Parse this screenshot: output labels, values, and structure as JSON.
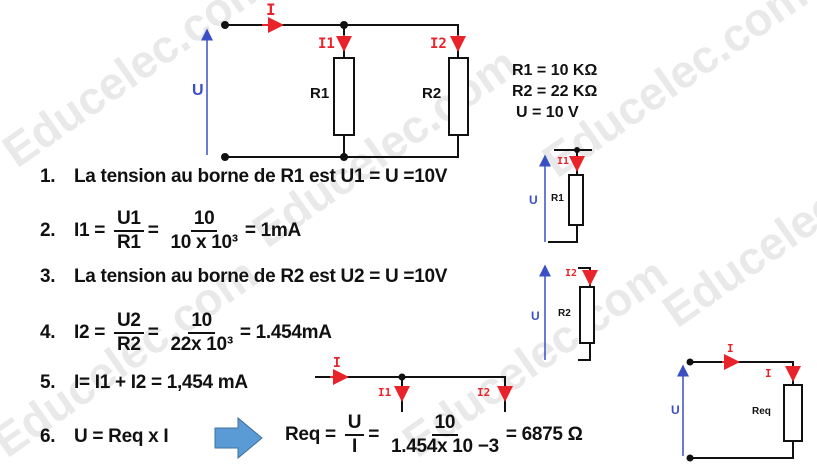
{
  "watermark": "Educelec.com",
  "circuit": {
    "current_total": "I",
    "current_1": "I1",
    "current_2": "I2",
    "voltage": "U",
    "r1": "R1",
    "r2": "R2",
    "req": "Req"
  },
  "given": [
    "R1 = 10 KΩ",
    "R2 = 22 KΩ",
    "U = 10 V"
  ],
  "steps": {
    "s1": {
      "num": "1.",
      "text": "La tension au borne de R1 est U1 = U =10V"
    },
    "s2": {
      "num": "2.",
      "lhs": "I1 =",
      "n1": "U1",
      "d1": "R1",
      "eq": "=",
      "n2": "10",
      "d2": "10 x 10³",
      "result": "= 1mA"
    },
    "s3": {
      "num": "3.",
      "text": "La tension au borne de R2 est U2 = U =10V"
    },
    "s4": {
      "num": "4.",
      "lhs": "I2 =",
      "n1": "U2",
      "d1": "R2",
      "eq": "=",
      "n2": "10",
      "d2": "22x 10³",
      "result": "= 1.454mA"
    },
    "s5": {
      "num": "5.",
      "text": "I= I1 + I2 = 1,454 mA"
    },
    "s6": {
      "num": "6.",
      "text": "U = Req x I",
      "lhs": "Req =",
      "n1": "U",
      "d1": "I",
      "eq": "=",
      "n2": "10",
      "d2": "1.454x 10 −3",
      "result": "= 6875 Ω"
    }
  },
  "colors": {
    "current": "#e8232a",
    "voltage": "#3b4fc4",
    "arrow": "#5b9bd5"
  }
}
